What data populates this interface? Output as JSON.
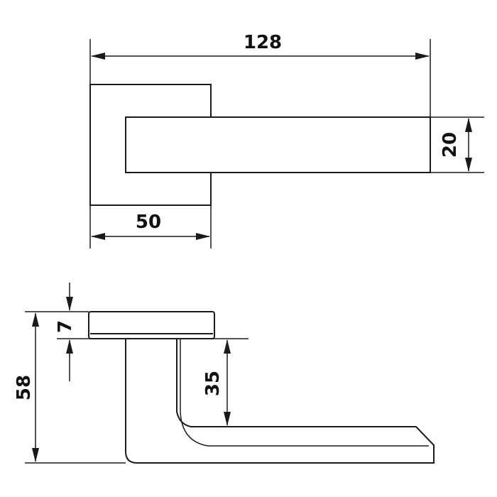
{
  "colors": {
    "line": "#1a1a1a",
    "background": "#ffffff"
  },
  "drawing": {
    "top_view": {
      "overall_length": "128",
      "rose_width": "50",
      "lever_height": "20"
    },
    "side_view": {
      "rose_thickness": "7",
      "total_height": "58",
      "lever_projection": "35"
    }
  }
}
